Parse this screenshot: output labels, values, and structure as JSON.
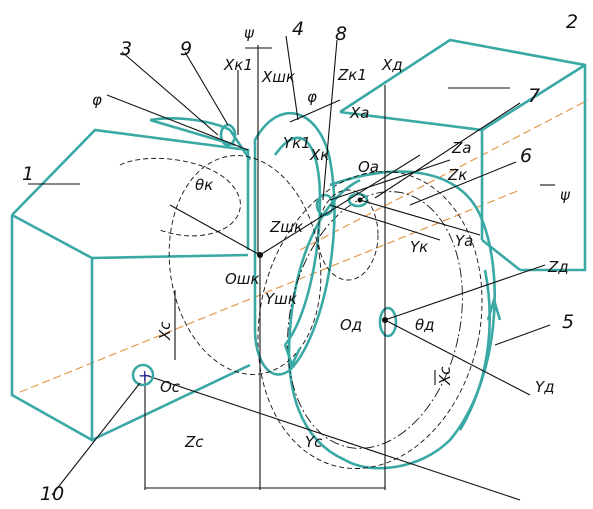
{
  "labels": {
    "n1": "1",
    "n2": "2",
    "n3": "3",
    "n4": "4",
    "n5": "5",
    "n6": "6",
    "n7": "7",
    "n8": "8",
    "n9": "9",
    "n10": "10",
    "phi_top": "φ",
    "phi_mid": "φ",
    "psi_top": "ψ",
    "psi_right": "ψ",
    "xk1": "Xк1",
    "xshk": "Xшк",
    "zk1": "Zк1",
    "xd_top": "Xд",
    "xa": "Xа",
    "yk1": "Yк1",
    "xk": "Xк",
    "za": "Zа",
    "zk": "Zк",
    "oa": "Oа",
    "theta_k": "θк",
    "zshk": "Zшк",
    "yk": "Yк",
    "ya": "Yа",
    "oshk": "Oшк",
    "yshk": "Yшк",
    "od": "Oд",
    "theta_d": "θд",
    "zd": "Zд",
    "yd": "Yд",
    "xc_left": "Xс",
    "xc_right": "Xс",
    "oc": "Oс",
    "zc": "Zс",
    "yc": "Yс"
  },
  "colors": {
    "outline": "#3aa8a4",
    "line": "#111111",
    "accent": "#e39a4c",
    "marker": "#2a2a9a"
  }
}
